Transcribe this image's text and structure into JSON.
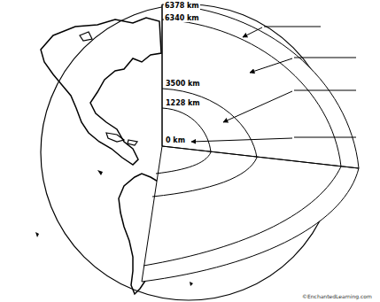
{
  "diagram": {
    "labels": [
      "6378 km",
      "6340 km",
      "3500 km",
      "1228 km",
      "0 km",
      "©EnchantedLearning.com"
    ]
  }
}
